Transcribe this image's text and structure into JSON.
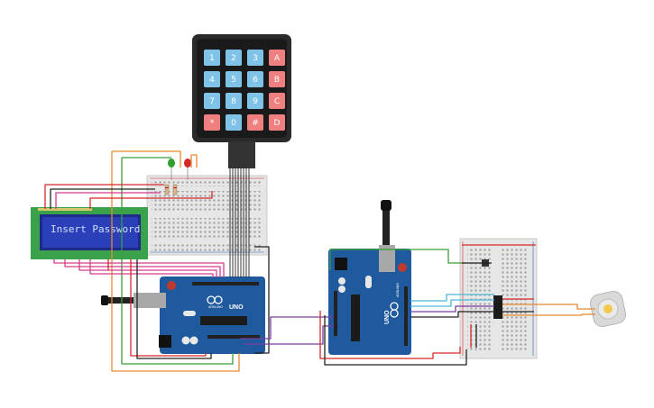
{
  "lcd": {
    "text": "Insert Password"
  },
  "keypad": {
    "rows": [
      [
        "1",
        "2",
        "3",
        "A"
      ],
      [
        "4",
        "5",
        "6",
        "B"
      ],
      [
        "7",
        "8",
        "9",
        "C"
      ],
      [
        "*",
        "0",
        "#",
        "D"
      ]
    ]
  },
  "board1": {
    "model": "UNO",
    "brand": "ARDUINO"
  },
  "board2": {
    "model": "UNO",
    "brand": "ARDUINO"
  },
  "colors": {
    "board": "#1f5a9e",
    "keypad_number": "#7fc4e8",
    "keypad_letter": "#f08080",
    "wire_red": "#d62828",
    "wire_orange": "#e8892c",
    "wire_green": "#3a9d3a",
    "wire_pink": "#d63c8c",
    "wire_purple": "#7a3ea0",
    "wire_cyan": "#49b8d6",
    "wire_black": "#222222"
  }
}
